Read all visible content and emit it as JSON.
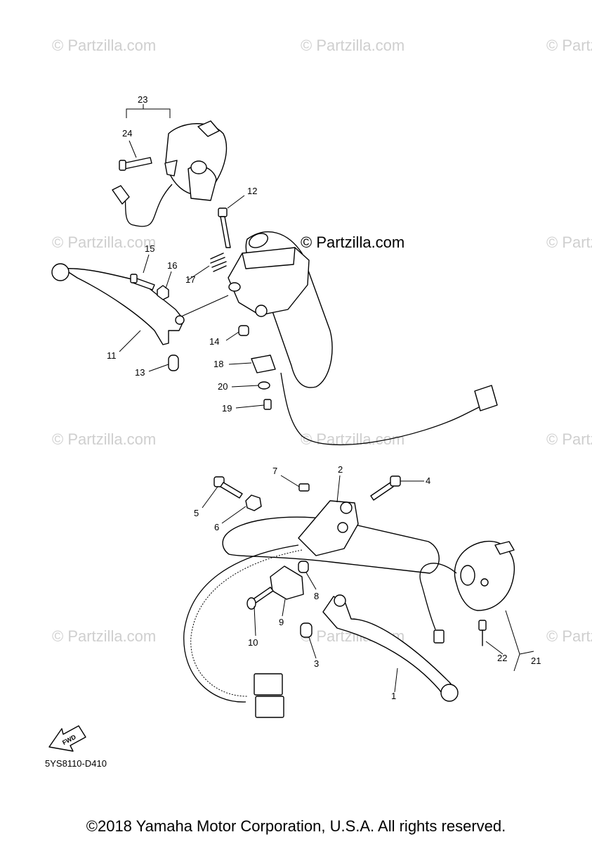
{
  "watermark": {
    "text": "© Partzilla.com",
    "center_text": "© Partzilla.com"
  },
  "callouts": [
    "1",
    "2",
    "3",
    "4",
    "5",
    "6",
    "7",
    "8",
    "9",
    "10",
    "11",
    "12",
    "13",
    "14",
    "15",
    "16",
    "17",
    "18",
    "19",
    "20",
    "21",
    "22",
    "23",
    "24"
  ],
  "fwd_label": "FWD",
  "diagram_code": "5YS8110-D410",
  "copyright": "©2018 Yamaha Motor Corporation, U.S.A. All rights reserved."
}
